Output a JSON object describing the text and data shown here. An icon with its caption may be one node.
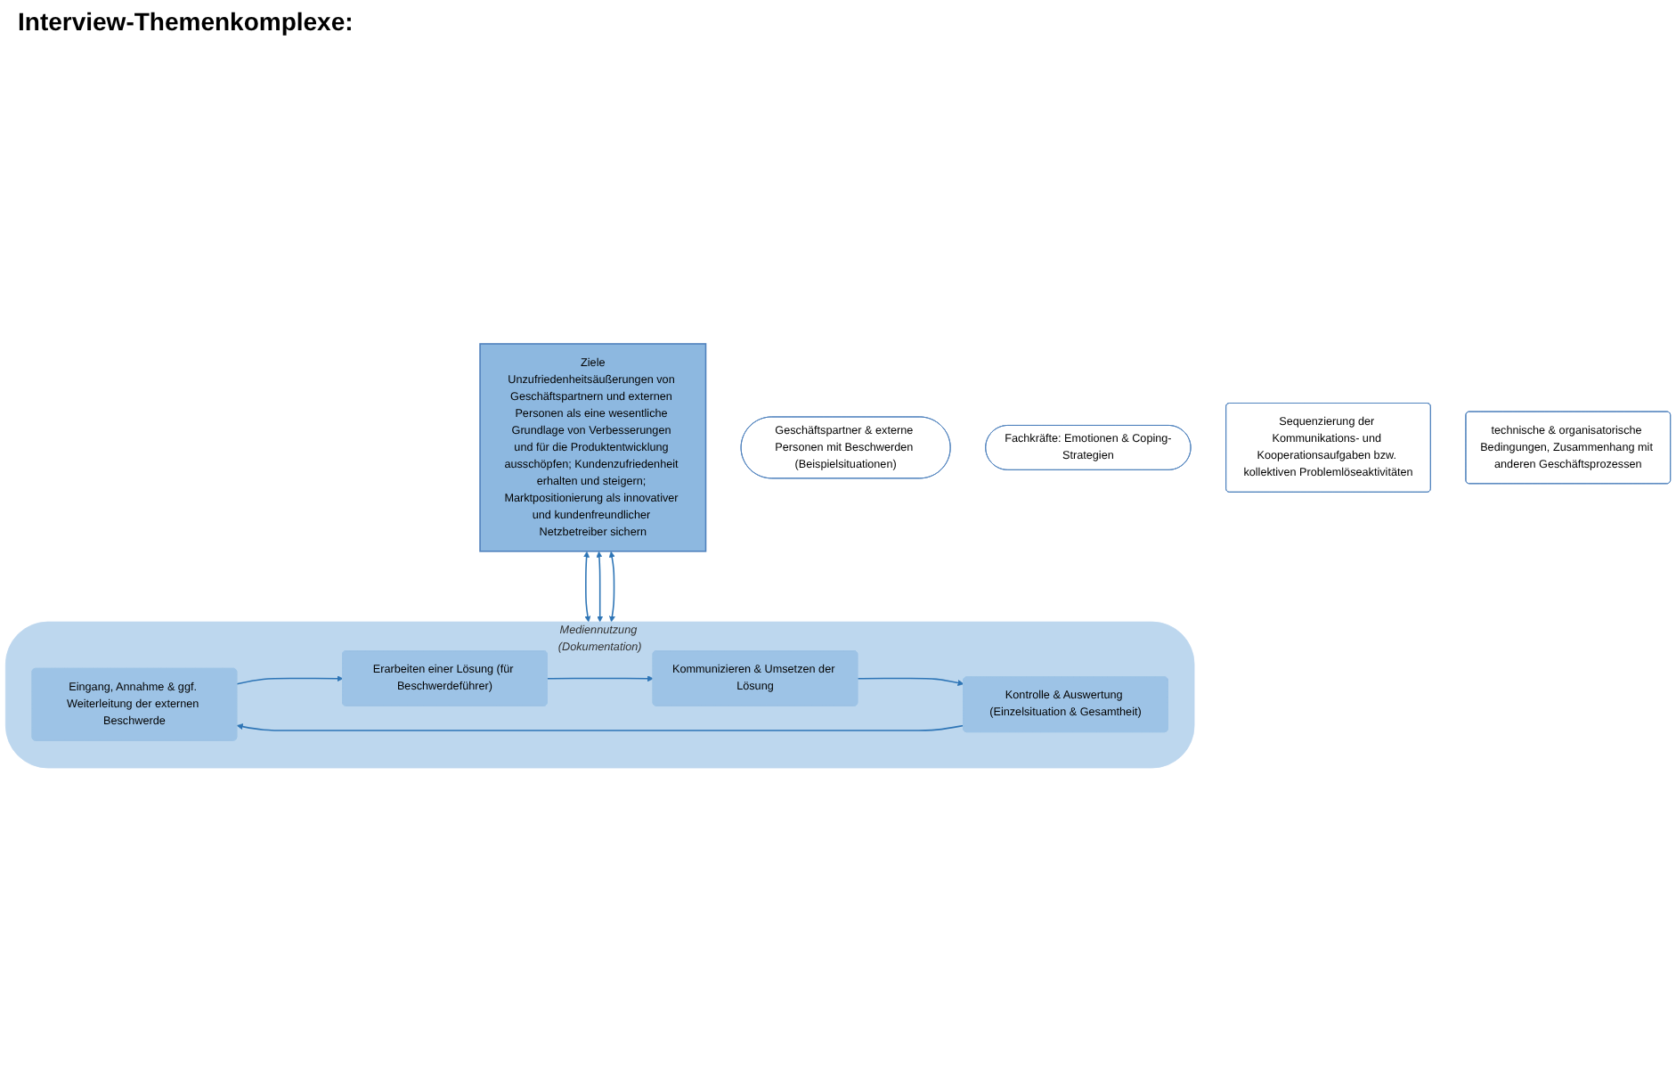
{
  "diagram": {
    "nodes": [
      {
        "text": [
          "Ziele",
          "Unzufriedenheitsäußerungen von Geschäftspartnern und externen Personen als eine wesentliche Grundlage von Verbesserungen und für die Produktentwicklung ausschöpfen; Kundenzufriedenheit erhalten und steigern; Marktpositionierung als innovativer und kundenfreundlicher Netzbetreiber sichern"
        ]
      },
      {
        "text": [
          "Mediennutzung (Dokumentation)"
        ]
      },
      {
        "text": [
          "Eingang, Annahme & ggf. Weiterleitung der externen Beschwerde"
        ],
        "in": 1
      },
      {
        "text": [
          "Erarbeiten einer Lösung (für Beschwerdeführer)"
        ],
        "in": 1
      },
      {
        "text": [
          "Kommunizieren & Umsetzen der Lösung"
        ],
        "in": 1
      },
      {
        "text": [
          "Kontrolle & Auswertung (Einzelsituation & Gesamtheit)"
        ],
        "in": 1
      },
      {
        "text": [
          "Geschäftspartner & externe Personen mit Beschwerden (Beispielsituationen)"
        ]
      },
      {
        "text": [
          "Fachkräfte: Emotionen & Coping-Strategien"
        ]
      },
      {
        "text": [
          "Sequenzierung der Kommunikations- und Kooperationsaufgaben bzw. kollektiven Problemlöseaktivitäten"
        ]
      },
      {
        "text": [
          "technische & organisatorische Bedingungen, Zusammenhang mit anderen Geschäftsprozessen"
        ]
      }
    ],
    "edges": [
      {
        "from": 0,
        "to": 1,
        "arrow": "both"
      },
      {
        "from": 0,
        "to": 1,
        "arrow": "both"
      },
      {
        "from": 0,
        "to": 1,
        "arrow": "both"
      },
      {
        "from": 2,
        "to": 3,
        "arrow": "to"
      },
      {
        "from": 3,
        "to": 4,
        "arrow": "to"
      },
      {
        "from": 4,
        "to": 5,
        "arrow": "to"
      },
      {
        "from": 5,
        "to": 2,
        "arrow": "to"
      }
    ],
    "labels": [
      "Interview-Themenkomplexe:"
    ]
  }
}
